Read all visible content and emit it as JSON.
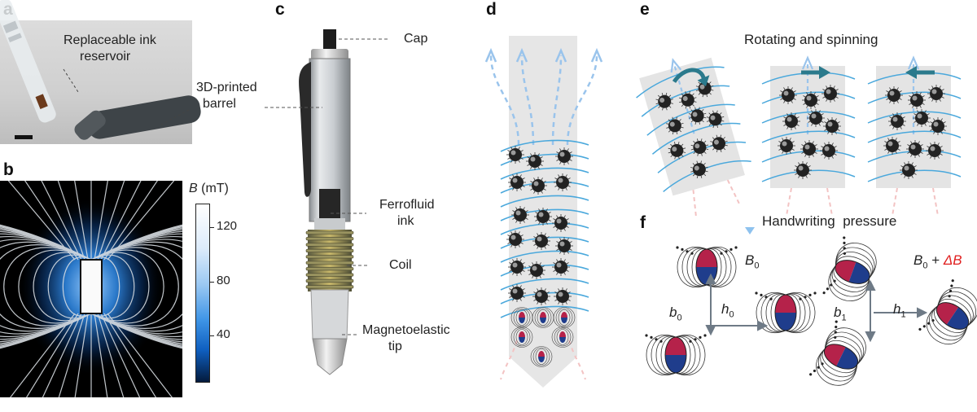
{
  "panels": {
    "a": "a",
    "b": "b",
    "c": "c",
    "d": "d",
    "e": "e",
    "f": "f"
  },
  "panel_a": {
    "reservoir_label_1": "Replaceable ink",
    "reservoir_label_2": "reservoir",
    "barrel_label_1": "3D-printed",
    "barrel_label_2": "barrel"
  },
  "panel_b": {
    "colorbar_title_symbol": "B",
    "colorbar_title_unit": " (mT)",
    "ticks": [
      "120",
      "80",
      "40"
    ]
  },
  "panel_c": {
    "cap": "Cap",
    "ferrofluid_1": "Ferrofluid",
    "ferrofluid_2": "ink",
    "coil": "Coil",
    "tip_1": "Magnetoelastic",
    "tip_2": "tip"
  },
  "panel_e": {
    "title": "Rotating and spinning"
  },
  "panel_f": {
    "legend": "Handwriting  pressure",
    "b0_field": "B",
    "b0_sub": "0",
    "bdelta_field": "B",
    "bdelta_sub": "0",
    "bdelta_plus": " + ",
    "bdelta_delta": "ΔB",
    "b0": "b",
    "b0s": "0",
    "h0": "h",
    "h0s": "0",
    "b1": "b",
    "b1s": "1",
    "h1": "h",
    "h1s": "1"
  },
  "colors": {
    "field_blue": "#4a9be8",
    "coil_blue": "#4aa8dc",
    "arrow_teal": "#2b7a8c",
    "dipole_red": "#b5224a",
    "dipole_blue": "#1f3d8c",
    "delta_red": "#e02020"
  }
}
